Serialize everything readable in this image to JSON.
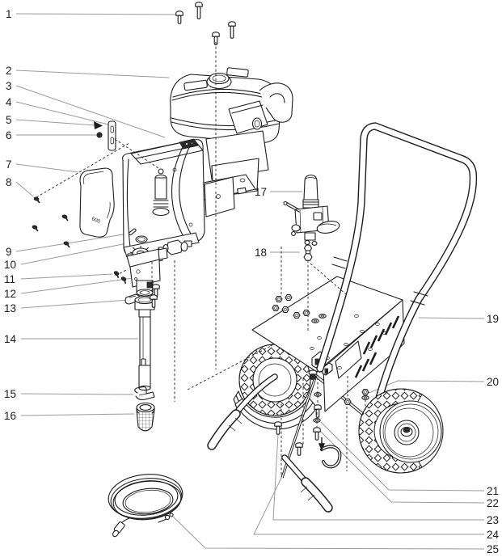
{
  "figure": {
    "type": "exploded-parts-diagram",
    "cover_marking": "600",
    "callouts": [
      {
        "num": "1"
      },
      {
        "num": "2"
      },
      {
        "num": "3"
      },
      {
        "num": "4"
      },
      {
        "num": "5"
      },
      {
        "num": "6"
      },
      {
        "num": "7"
      },
      {
        "num": "8"
      },
      {
        "num": "9"
      },
      {
        "num": "10"
      },
      {
        "num": "11"
      },
      {
        "num": "12"
      },
      {
        "num": "13"
      },
      {
        "num": "14"
      },
      {
        "num": "15"
      },
      {
        "num": "16"
      },
      {
        "num": "17"
      },
      {
        "num": "18"
      },
      {
        "num": "19"
      },
      {
        "num": "20"
      },
      {
        "num": "21"
      },
      {
        "num": "22"
      },
      {
        "num": "23"
      },
      {
        "num": "24"
      },
      {
        "num": "25"
      }
    ]
  },
  "colors": {
    "line": "#1d1d1d",
    "leader": "#9a9a9a",
    "background": "#ffffff"
  }
}
